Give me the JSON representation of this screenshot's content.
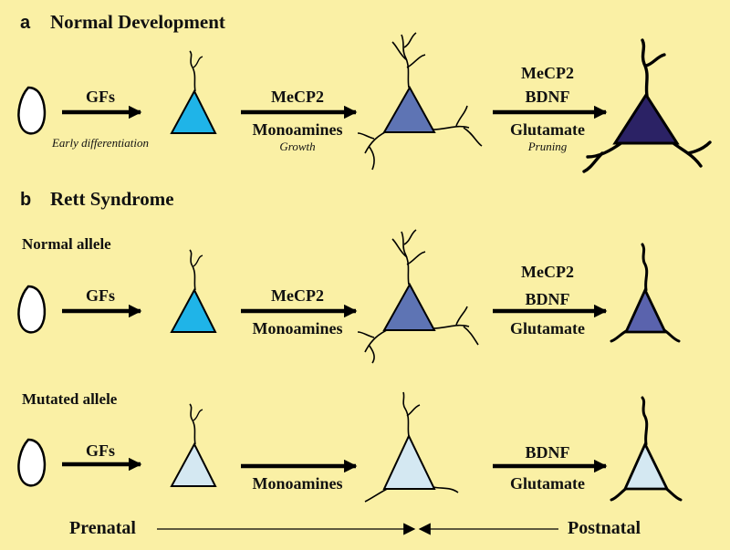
{
  "panel_a": {
    "letter": "a",
    "title": "Normal Development",
    "step1": {
      "factor": "GFs",
      "note": "Early differentiation"
    },
    "step2": {
      "factor1": "MeCP2",
      "factor2": "Monoamines",
      "note": "Growth"
    },
    "step3": {
      "factor1": "MeCP2",
      "factor2": "BDNF",
      "factor3": "Glutamate",
      "note": "Pruning"
    }
  },
  "panel_b": {
    "letter": "b",
    "title": "Rett Syndrome",
    "normal_allele": {
      "label": "Normal allele",
      "step1": "GFs",
      "step2_1": "MeCP2",
      "step2_2": "Monoamines",
      "step3_1": "MeCP2",
      "step3_2": "BDNF",
      "step3_3": "Glutamate"
    },
    "mutated_allele": {
      "label": "Mutated allele",
      "step1": "GFs",
      "step2": "Monoamines",
      "step3_1": "BDNF",
      "step3_2": "Glutamate"
    }
  },
  "timeline": {
    "prenatal": "Prenatal",
    "postnatal": "Postnatal"
  },
  "colors": {
    "background": "#faf0a5",
    "neuron_stage1": "#1fb4e8",
    "neuron_stage2": "#5e74b4",
    "neuron_mature": "#2b2265",
    "neuron_rett_mature": "#5a63ad",
    "neuron_mutated": "#d4e8f2"
  }
}
